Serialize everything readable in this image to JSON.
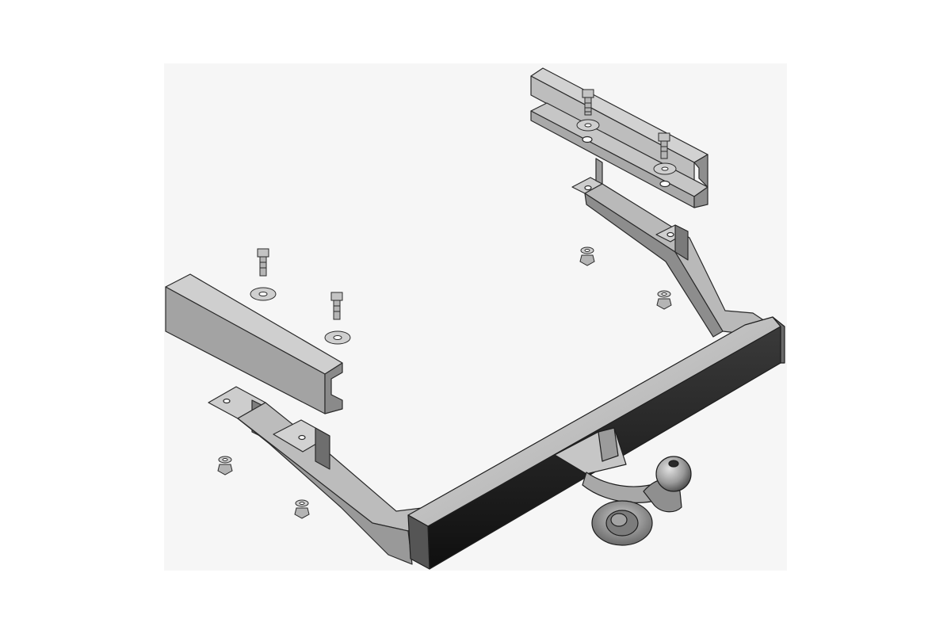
{
  "diagram": {
    "colors": {
      "background": "#ffffff",
      "render_area": "#f6f6f6",
      "metal_light": "#c9c9c9",
      "metal_mid": "#a9a9a9",
      "metal_dark": "#5e5e5e",
      "metal_black": "#1c1c1c",
      "outline": "#2a2a2a",
      "hole": "#ffffff"
    },
    "parts": [
      {
        "id": "right-frame-rail",
        "kind": "channel bracket"
      },
      {
        "id": "left-frame-rail",
        "kind": "channel bracket"
      },
      {
        "id": "main-crossbar",
        "kind": "tow bar beam"
      },
      {
        "id": "right-arm",
        "kind": "side arm"
      },
      {
        "id": "left-arm",
        "kind": "side arm"
      },
      {
        "id": "tow-ball",
        "kind": "ball hitch"
      },
      {
        "id": "bolt",
        "count": 4
      },
      {
        "id": "washer",
        "count": 4
      },
      {
        "id": "nut",
        "count": 4
      }
    ]
  }
}
